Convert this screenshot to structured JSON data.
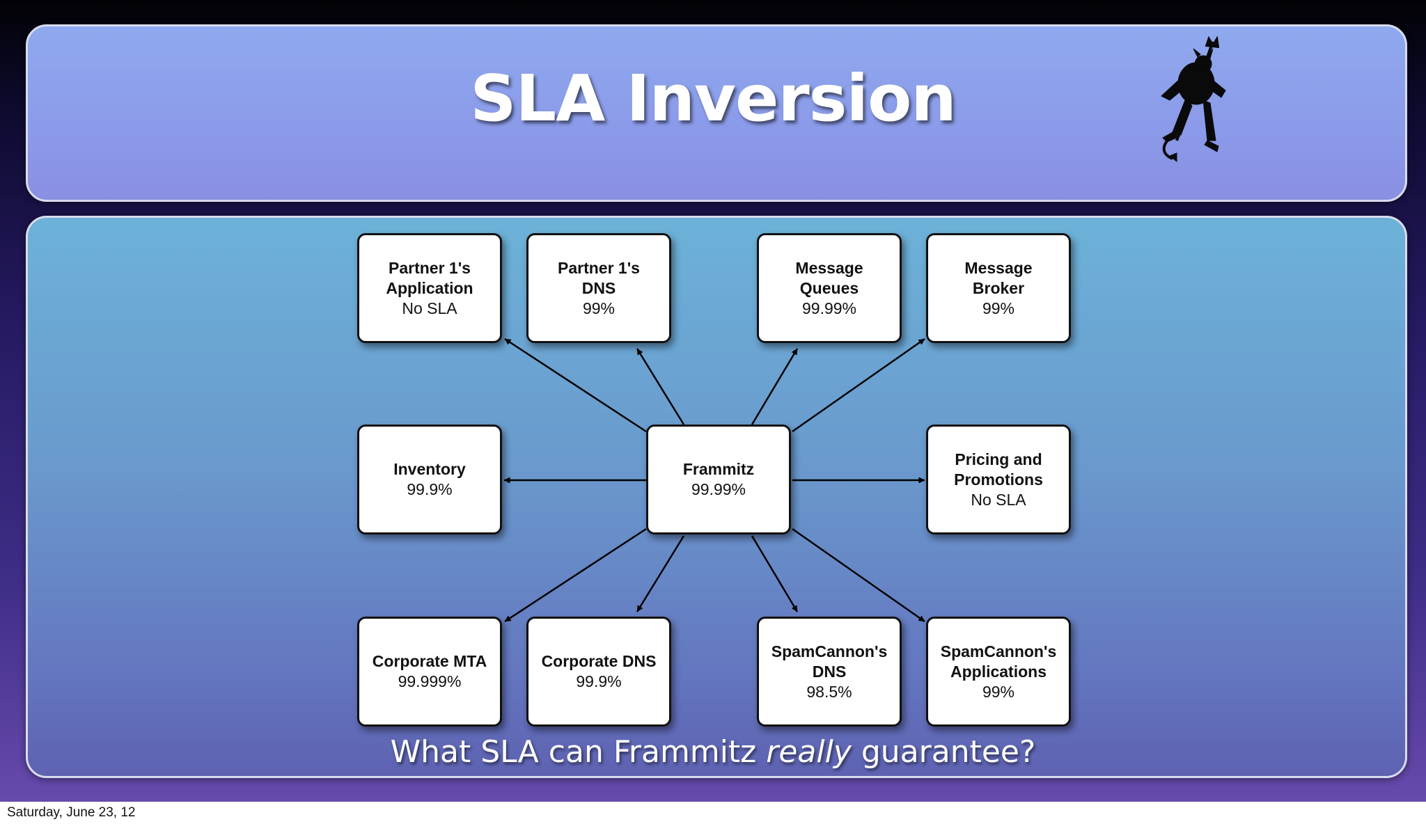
{
  "slide": {
    "title": "SLA Inversion",
    "question_pre": "What SLA can Frammitz ",
    "question_em": "really",
    "question_post": " guarantee?",
    "logo_icon": "devil-with-trident-icon"
  },
  "diagram": {
    "center": {
      "name": "Frammitz",
      "sla": "99.99%"
    },
    "nodes": [
      {
        "id": "partner1-app",
        "name": "Partner 1's\nApplication",
        "sla": "No SLA"
      },
      {
        "id": "partner1-dns",
        "name": "Partner 1's\nDNS",
        "sla": "99%"
      },
      {
        "id": "message-queues",
        "name": "Message\nQueues",
        "sla": "99.99%"
      },
      {
        "id": "message-broker",
        "name": "Message\nBroker",
        "sla": "99%"
      },
      {
        "id": "inventory",
        "name": "Inventory",
        "sla": "99.9%"
      },
      {
        "id": "pricing",
        "name": "Pricing and\nPromotions",
        "sla": "No SLA"
      },
      {
        "id": "corporate-mta",
        "name": "Corporate MTA",
        "sla": "99.999%"
      },
      {
        "id": "corporate-dns",
        "name": "Corporate DNS",
        "sla": "99.9%"
      },
      {
        "id": "spamcannon-dns",
        "name": "SpamCannon's\nDNS",
        "sla": "98.5%"
      },
      {
        "id": "spamcannon-apps",
        "name": "SpamCannon's\nApplications",
        "sla": "99%"
      }
    ]
  },
  "footer": {
    "date": "Saturday, June 23, 12"
  }
}
